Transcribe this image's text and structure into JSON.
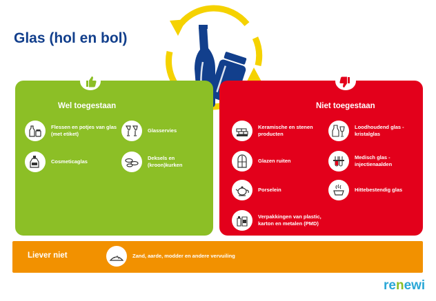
{
  "title": "Glas (hol en bol)",
  "colors": {
    "green": "#8cbf26",
    "red": "#e3001b",
    "orange": "#f29100",
    "navy": "#123f8c",
    "yellow": "#f5d200"
  },
  "allowed": {
    "heading": "Wel toegestaan",
    "icon": "thumbs-up-icon",
    "items": [
      {
        "label": "Flessen en potjes van glas (met etiket)",
        "icon": "bottle-jar-icon"
      },
      {
        "label": "Glasservies",
        "icon": "wine-glasses-icon"
      },
      {
        "label": "Cosmeticaglas",
        "icon": "cosmetic-bottle-icon"
      },
      {
        "label": "Deksels en (kroon)kurken",
        "icon": "lids-caps-icon"
      }
    ]
  },
  "not_allowed": {
    "heading": "Niet toegestaan",
    "icon": "thumbs-down-icon",
    "items": [
      {
        "label": "Keramische en stenen producten",
        "icon": "bricks-icon"
      },
      {
        "label": "Loodhoudend glas - kristalglas",
        "icon": "crystal-glass-icon"
      },
      {
        "label": "Glazen ruiten",
        "icon": "window-icon"
      },
      {
        "label": "Medisch glas - injectienaalden",
        "icon": "test-tubes-icon"
      },
      {
        "label": "Porselein",
        "icon": "teapot-icon"
      },
      {
        "label": "Hittebestendig glas",
        "icon": "oven-dish-icon"
      },
      {
        "label": "Verpakkingen van plastic, karton en metalen (PMD)",
        "icon": "packaging-icon"
      }
    ]
  },
  "rather_not": {
    "heading": "Liever niet",
    "items": [
      {
        "label": "Zand, aarde, modder en andere vervuiling",
        "icon": "sand-pile-icon"
      }
    ]
  },
  "logo": {
    "part1": "re",
    "part2": "n",
    "part3": "ewi"
  }
}
